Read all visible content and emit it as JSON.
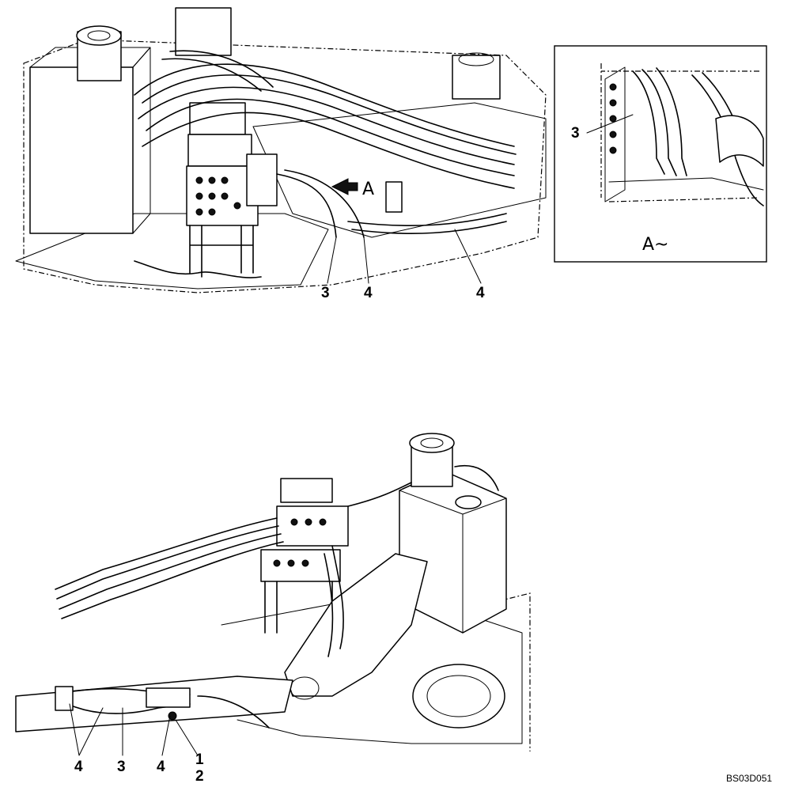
{
  "view_a": {
    "arrow_label": "A",
    "detail_title": "A~",
    "detail_callout": "3"
  },
  "top_view": {
    "callouts": [
      "3",
      "4",
      "4"
    ]
  },
  "bottom_view": {
    "callouts": [
      "4",
      "3",
      "4",
      "1",
      "2"
    ]
  },
  "drawing_code": "BS03D051"
}
